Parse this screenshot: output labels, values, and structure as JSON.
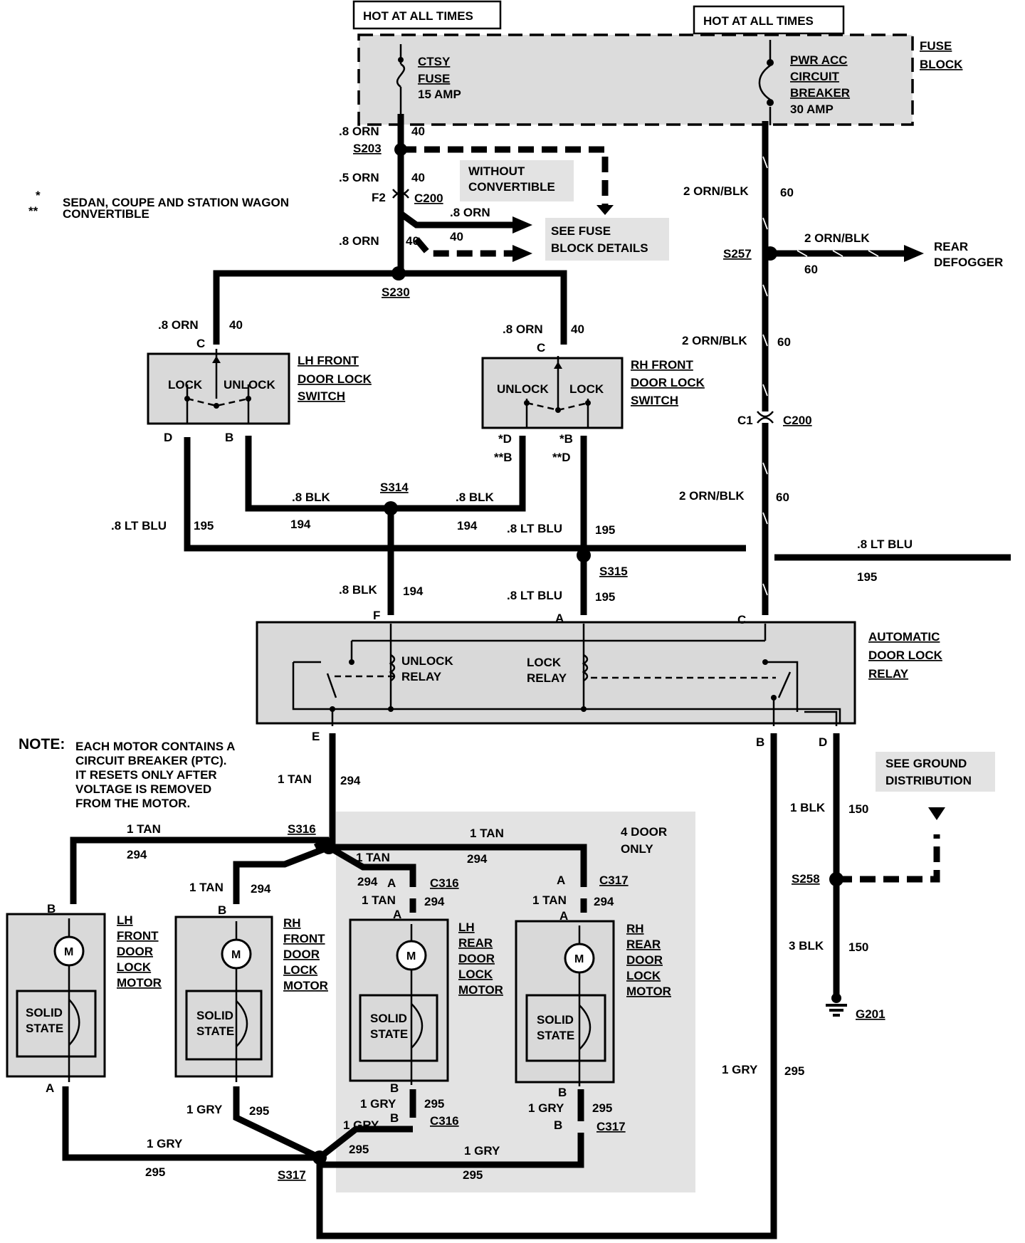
{
  "hot_labels": [
    "HOT AT ALL TIMES",
    "HOT AT ALL TIMES"
  ],
  "fuse_block": {
    "label_lines": [
      "FUSE",
      "BLOCK"
    ],
    "ctsy_fuse_lines": [
      "CTSY",
      "FUSE",
      "15 AMP"
    ],
    "breaker_lines": [
      "PWR ACC",
      "CIRCUIT",
      "BREAKER",
      "30 AMP"
    ]
  },
  "legend": {
    "items": [
      {
        "symbol": "*",
        "text": "SEDAN, COUPE AND STATION WAGON"
      },
      {
        "symbol": "**",
        "text": "CONVERTIBLE"
      }
    ]
  },
  "notes": {
    "without_convertible_lines": [
      "WITHOUT",
      "CONVERTIBLE"
    ],
    "see_fuse_block_lines": [
      "SEE FUSE",
      "BLOCK DETAILS"
    ],
    "rear_defogger_lines": [
      "REAR",
      "DEFOGGER"
    ],
    "motor_note_title": "NOTE:",
    "motor_note_lines": [
      "EACH MOTOR CONTAINS A",
      "CIRCUIT BREAKER (PTC).",
      "IT RESETS ONLY AFTER",
      "VOLTAGE IS REMOVED",
      "FROM THE MOTOR."
    ],
    "four_door_lines": [
      "4 DOOR",
      "ONLY"
    ],
    "see_ground_lines": [
      "SEE GROUND",
      "DISTRIBUTION"
    ]
  },
  "components": {
    "lh_switch_lines": [
      "LH FRONT",
      "DOOR LOCK",
      "SWITCH"
    ],
    "rh_switch_lines": [
      "RH FRONT",
      "DOOR LOCK",
      "SWITCH"
    ],
    "relay_lines": [
      "AUTOMATIC",
      "DOOR LOCK",
      "RELAY"
    ],
    "lock_text": "LOCK",
    "unlock_text": "UNLOCK",
    "unlock_relay_lines": [
      "UNLOCK",
      "RELAY"
    ],
    "lock_relay_lines": [
      "LOCK",
      "RELAY"
    ],
    "motor_symbol": "M",
    "solid_state_lines": [
      "SOLID",
      "STATE"
    ],
    "motors": [
      {
        "lines": [
          "LH",
          "FRONT",
          "DOOR",
          "LOCK",
          "MOTOR"
        ]
      },
      {
        "lines": [
          "RH",
          "FRONT",
          "DOOR",
          "LOCK",
          "MOTOR"
        ]
      },
      {
        "lines": [
          "LH",
          "REAR",
          "DOOR",
          "LOCK",
          "MOTOR"
        ]
      },
      {
        "lines": [
          "RH",
          "REAR",
          "DOOR",
          "LOCK",
          "MOTOR"
        ]
      }
    ]
  },
  "splices": {
    "s203": "S203",
    "s230": "S230",
    "s257": "S257",
    "s314": "S314",
    "s315": "S315",
    "s316": "S316",
    "s317": "S317",
    "s258": "S258"
  },
  "connectors": {
    "c200": "C200",
    "c316": "C316",
    "c317": "C317",
    "f2": "F2",
    "c1": "C1"
  },
  "ground": "G201",
  "pins": {
    "c": "C",
    "d": "D",
    "b": "B",
    "f": "F",
    "a": "A",
    "e": "E",
    "rh_d": "*D",
    "rh_b": "**B",
    "rh_b2": "*B",
    "rh_d2": "**D"
  },
  "wires": {
    "orn8": ".8 ORN",
    "orn5": ".5 ORN",
    "ckt40": "40",
    "ornblk2": "2 ORN/BLK",
    "ckt60": "60",
    "blk8": ".8 BLK",
    "ckt194": "194",
    "ltblu8": ".8 LT BLU",
    "ckt195": "195",
    "tan1": "1 TAN",
    "ckt294": "294",
    "gry1": "1 GRY",
    "ckt295": "295",
    "blk1": "1 BLK",
    "blk3": "3 BLK",
    "ckt150": "150"
  }
}
